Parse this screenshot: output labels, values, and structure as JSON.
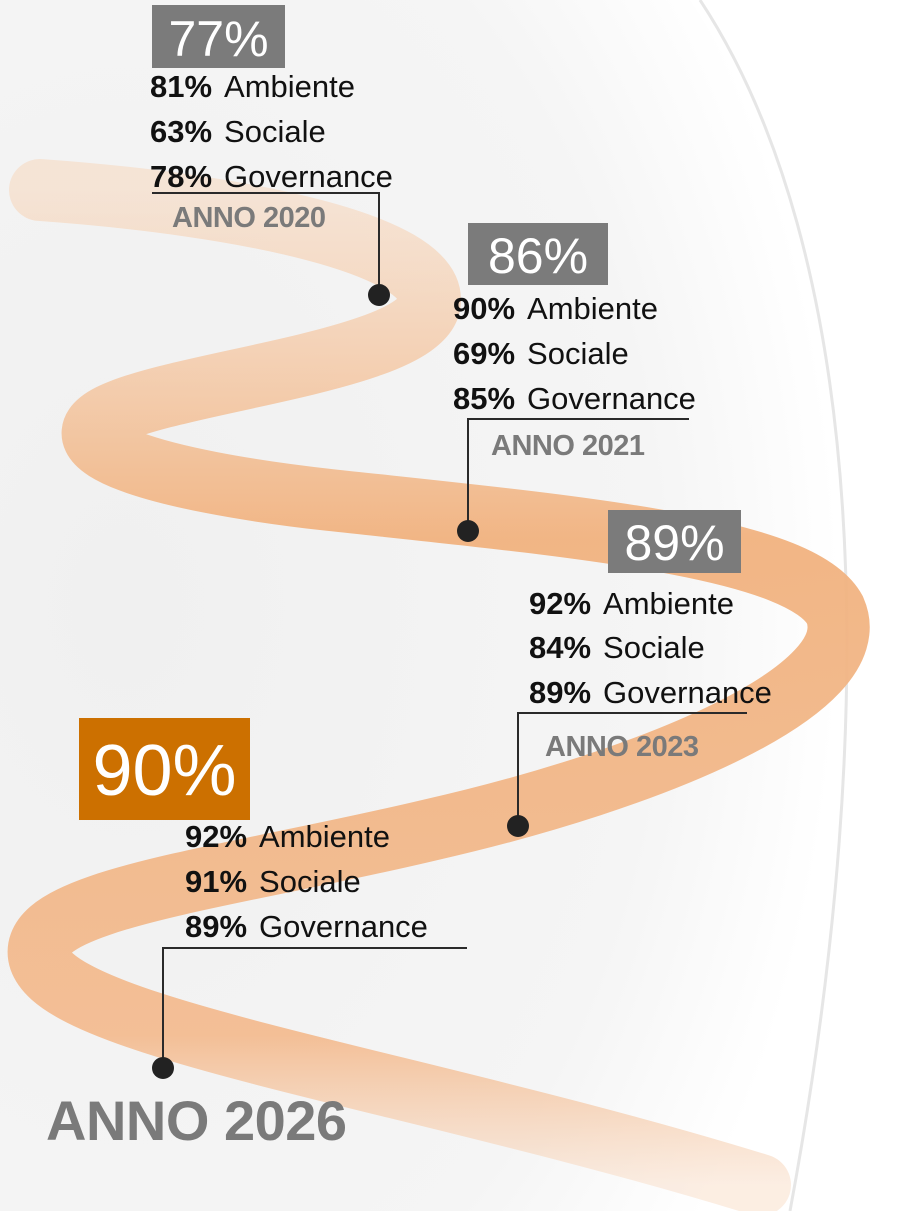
{
  "colors": {
    "grey_box": "#7b7b7b",
    "accent_box": "#cc7000",
    "road": "#f2b98a",
    "year_text": "#7a7a7a"
  },
  "milestones": [
    {
      "total": "77%",
      "year": "ANNO 2020",
      "items": [
        {
          "pct": "81%",
          "label": "Ambiente"
        },
        {
          "pct": "63%",
          "label": "Sociale"
        },
        {
          "pct": "78%",
          "label": "Governance"
        }
      ]
    },
    {
      "total": "86%",
      "year": "ANNO 2021",
      "items": [
        {
          "pct": "90%",
          "label": "Ambiente"
        },
        {
          "pct": "69%",
          "label": "Sociale"
        },
        {
          "pct": "85%",
          "label": "Governance"
        }
      ]
    },
    {
      "total": "89%",
      "year": "ANNO 2023",
      "items": [
        {
          "pct": "92%",
          "label": "Ambiente"
        },
        {
          "pct": "84%",
          "label": "Sociale"
        },
        {
          "pct": "89%",
          "label": "Governance"
        }
      ]
    },
    {
      "total": "90%",
      "year": "ANNO 2026",
      "items": [
        {
          "pct": "92%",
          "label": "Ambiente"
        },
        {
          "pct": "91%",
          "label": "Sociale"
        },
        {
          "pct": "89%",
          "label": "Governance"
        }
      ]
    }
  ]
}
